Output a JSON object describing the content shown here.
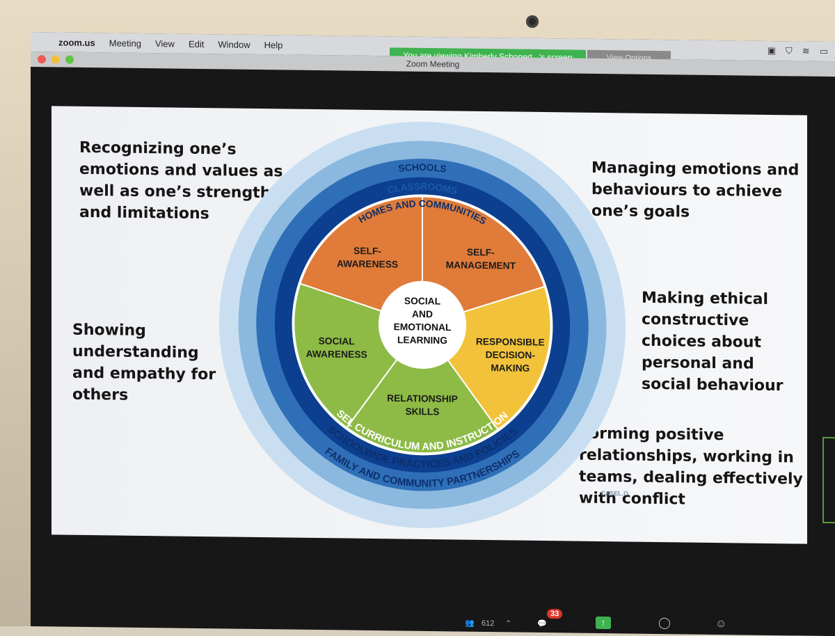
{
  "menubar": {
    "app": "zoom.us",
    "items": [
      "Meeting",
      "View",
      "Edit",
      "Window",
      "Help"
    ]
  },
  "banner": {
    "text": "You are viewing Kimberly Schonert...'s screen",
    "options": "View Options"
  },
  "window": {
    "title": "Zoom Meeting"
  },
  "slide": {
    "desc_top_left": [
      "Recognizing one’s",
      "emotions and values as",
      "well as one’s strengths",
      "and limitations"
    ],
    "desc_top_right": [
      "Managing emotions and",
      "behaviours to achieve",
      "one’s goals"
    ],
    "desc_mid_left": [
      "Showing",
      "understanding",
      "and empathy for",
      "others"
    ],
    "desc_mid_right": [
      "Making ethical",
      "constructive",
      "choices about",
      "personal and",
      "social behaviour"
    ],
    "desc_bottom_right": [
      "Forming positive",
      "relationships, working in",
      "teams, dealing effectively",
      "with conflict"
    ],
    "center": [
      "SOCIAL",
      "AND",
      "EMOTIONAL",
      "LEARNING"
    ],
    "segments": {
      "self_awareness": [
        "SELF-",
        "AWARENESS"
      ],
      "self_management": [
        "SELF-",
        "MANAGEMENT"
      ],
      "responsible": [
        "RESPONSIBLE",
        "DECISION-",
        "MAKING"
      ],
      "relationship": [
        "RELATIONSHIP",
        "SKILLS"
      ],
      "social_awareness": [
        "SOCIAL",
        "AWARENESS"
      ]
    },
    "rings_top": [
      "HOMES AND COMMUNITIES",
      "SCHOOLS",
      "CLASSROOMS"
    ],
    "rings_bottom": [
      "SEL CURRICULUM AND INSTRUCTION",
      "SCHOOLWIDE PRACTICES AND POLICIES",
      "FAMILY AND COMMUNITY PARTNERSHIPS"
    ],
    "watermark": "CASEL.ORG"
  },
  "toolbar": {
    "participants": "612",
    "chat_badge": "33"
  },
  "colors": {
    "orange": "#e07b39",
    "green": "#8dbb46",
    "yellow": "#f2c33a",
    "ring_outer": "#a9cbe6",
    "ring_mid": "#2f6fb8",
    "ring_inner": "#0c3f8f"
  }
}
